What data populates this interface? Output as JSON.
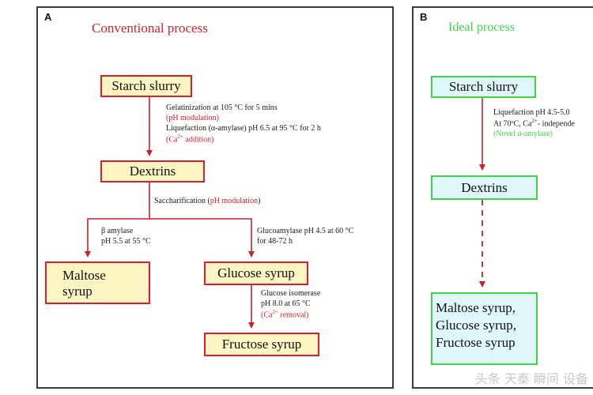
{
  "panel_a": {
    "letter": "A",
    "title": "Conventional process",
    "starch": "Starch slurry",
    "step1_line1": "Gelatinization at 105 °C  for 5 mins",
    "step1_line2": "(pH modulation)",
    "step1_line3": "Liquefaction (α-amylase) pH 6.5 at  95  °C  for 2 h",
    "step1_line4_prefix": "(Ca",
    "step1_line4_sup": "2+",
    "step1_line4_suffix": " addition)",
    "dextrins": "Dextrins",
    "sacch_label": "Saccharification (",
    "sacch_red": "pH modulation",
    "sacch_close": ")",
    "beta_line1": "β amylase",
    "beta_line2": "pH 5.5 at 55 °C",
    "gluco_line1": "Glucoamylase pH 4.5 at 60 °C",
    "gluco_line2": "for 48-72 h",
    "maltose_line1": "Maltose",
    "maltose_line2": "syrup",
    "glucose": "Glucose syrup",
    "iso_line1": "Glucose isomerase",
    "iso_line2": "pH 8.0 at 65 °C",
    "iso_line3_prefix": "(Ca",
    "iso_line3_sup": "2+",
    "iso_line3_suffix": " removal)",
    "fructose": "Fructose syrup"
  },
  "panel_b": {
    "letter": "B",
    "title": "Ideal process",
    "starch": "Starch slurry",
    "step_line1": "Liquefaction pH 4.5-5.0",
    "step_line2_prefix": "At  70ºC, Ca",
    "step_line2_sup": "2+",
    "step_line2_suffix": "- independe",
    "step_line3": "(Novel α-amylase)",
    "dextrins": "Dextrins",
    "products_line1": "Maltose syrup,",
    "products_line2": "Glucose syrup,",
    "products_line3": "Fructose syrup"
  },
  "watermark": "头条 天泰 瞬间 设备",
  "colors": {
    "red": "#d8202f",
    "green": "#43d348",
    "yellow_fill": "#fdf5c2",
    "cyan_fill": "#dff7fa",
    "connector": "#c0242c"
  }
}
